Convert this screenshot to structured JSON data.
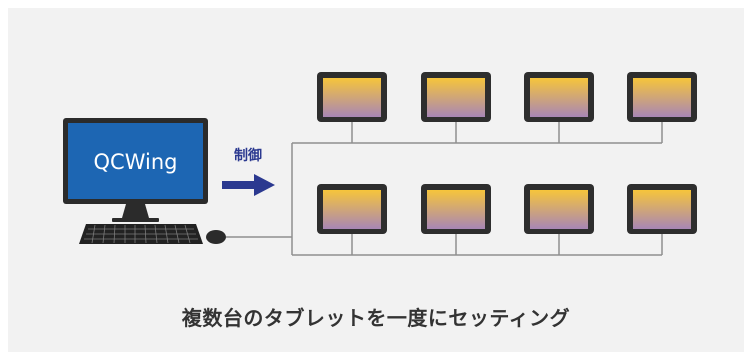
{
  "monitor_logo": "QCWing",
  "control_label": "制御",
  "caption": "複数台のタブレットを一度にセッティング",
  "tablets": {
    "rows": 2,
    "per_row": 4
  },
  "colors": {
    "panel": "#f2f2f2",
    "screen": "#1d66b3",
    "arrow": "#2b3990",
    "tablet_frame": "#2e2e2e",
    "tablet_gradient_top": "#f6c53b",
    "tablet_gradient_bottom": "#a886b6",
    "connector": "#8f8f8f"
  },
  "icons": [
    "desktop-computer-icon",
    "keyboard-icon",
    "mouse-icon",
    "tablet-icon",
    "arrow-right-icon"
  ]
}
